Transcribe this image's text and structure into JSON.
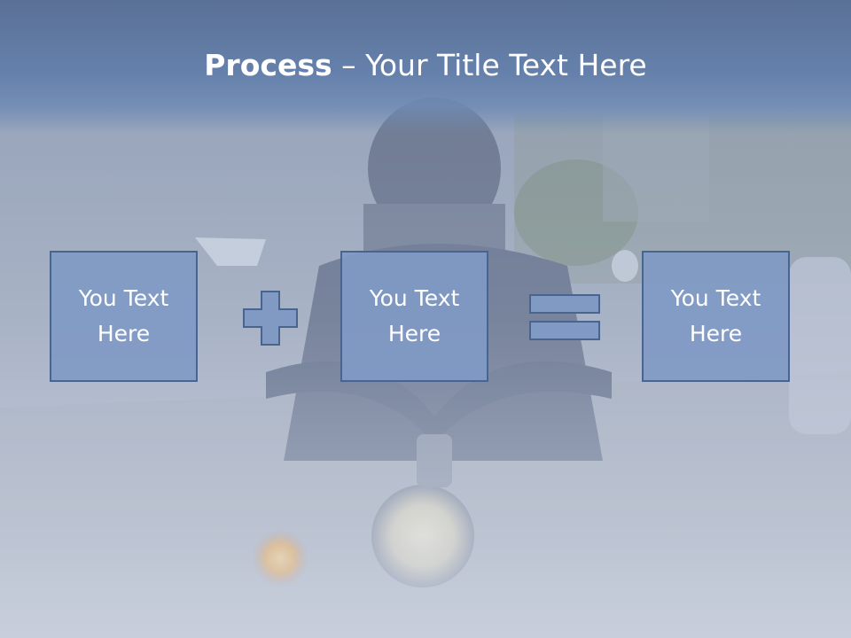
{
  "slide": {
    "title_bold": "Process",
    "title_rest": " – Your Title Text Here"
  },
  "boxes": [
    {
      "text": "You Text Here"
    },
    {
      "text": "You Text Here"
    },
    {
      "text": "You Text Here"
    }
  ],
  "operators": {
    "plus_icon": "plus-icon",
    "equals_icon": "equals-icon"
  },
  "colors": {
    "title_band": "#6581ab",
    "box_fill": "#809ac4",
    "box_border": "#4a6490",
    "text": "#ffffff"
  }
}
